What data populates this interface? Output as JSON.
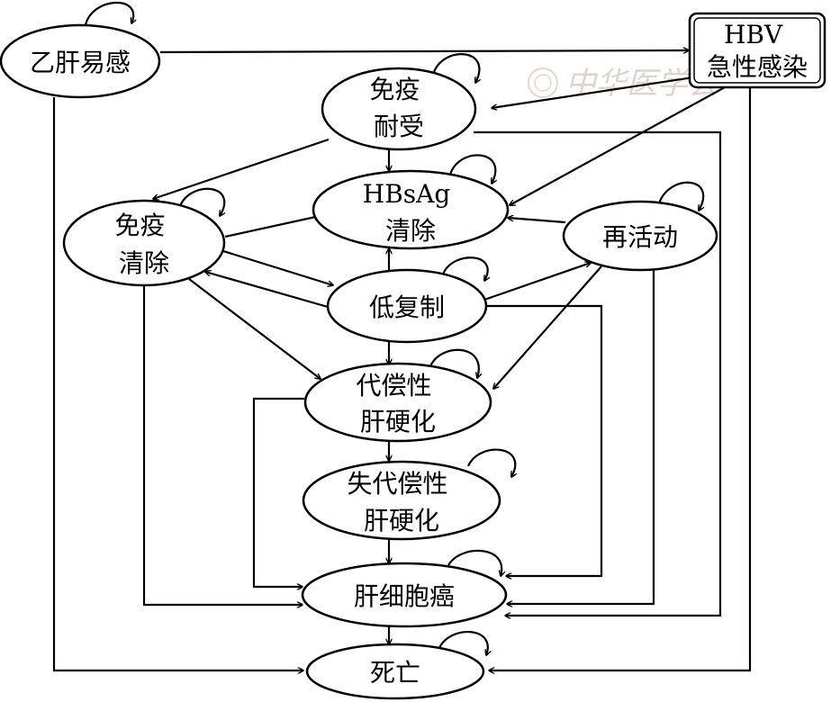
{
  "nodes": {
    "susceptible": {
      "lines": [
        "乙肝易感"
      ]
    },
    "acute": {
      "lines": [
        "HBV",
        "急性感染"
      ]
    },
    "tolerance": {
      "lines": [
        "免疫",
        "耐受"
      ]
    },
    "hbsag": {
      "lines": [
        "HBsAg",
        "清除"
      ]
    },
    "clearance": {
      "lines": [
        "免疫",
        "清除"
      ]
    },
    "reactivation": {
      "lines": [
        "再活动"
      ]
    },
    "low_rep": {
      "lines": [
        "低复制"
      ]
    },
    "comp_cirr": {
      "lines": [
        "代偿性",
        "肝硬化"
      ]
    },
    "decomp_cirr": {
      "lines": [
        "失代偿性",
        "肝硬化"
      ]
    },
    "hcc": {
      "lines": [
        "肝细胞癌"
      ]
    },
    "death": {
      "lines": [
        "死亡"
      ]
    }
  },
  "watermark": {
    "text": "中华医学会"
  }
}
